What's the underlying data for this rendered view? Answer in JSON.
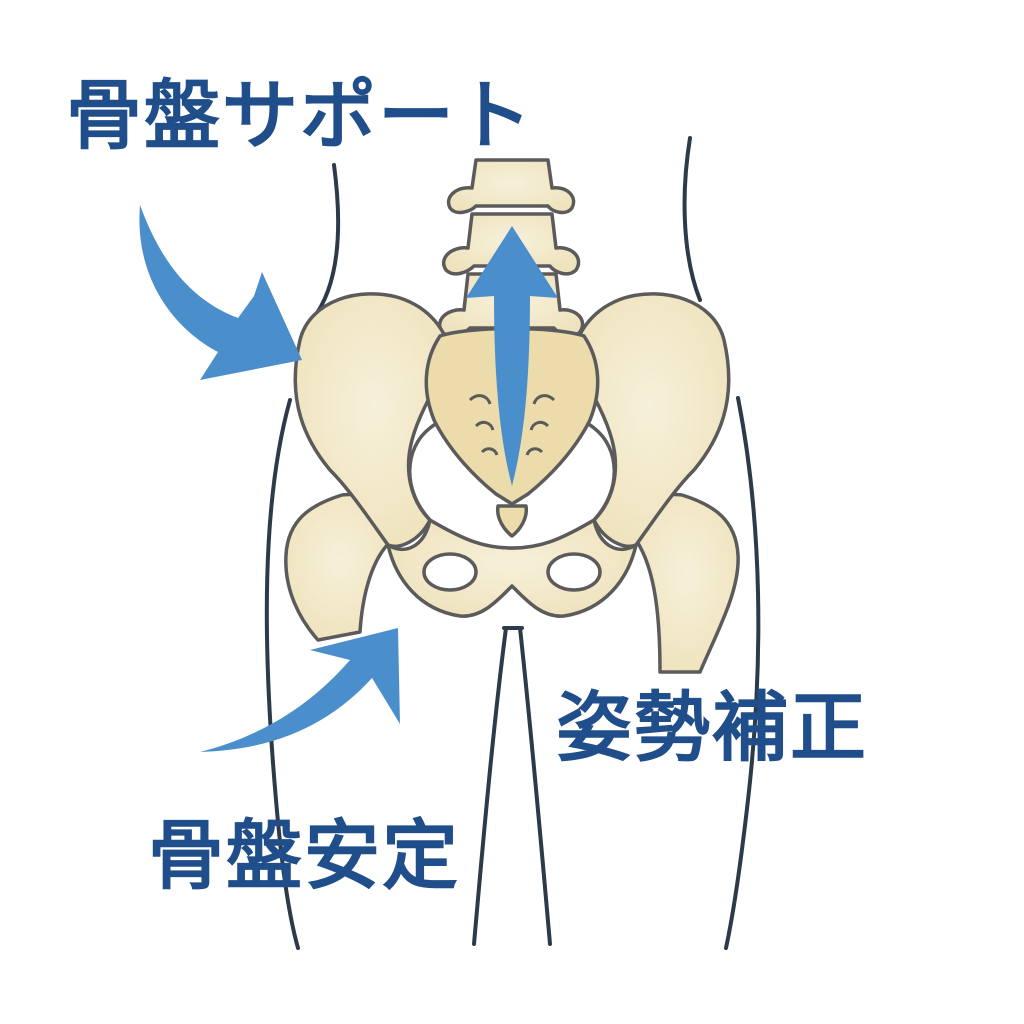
{
  "labels": {
    "top": "骨盤サポート",
    "right": "姿勢補正",
    "bottom": "骨盤安定"
  },
  "colors": {
    "text": "#1f4e8a",
    "arrow": "#4a8fcc",
    "bone_fill": "#f4ebcf",
    "bone_shade": "#e6d7a8",
    "outline": "#5b5b5b",
    "body_line": "#2d3a4a",
    "background": "#ffffff"
  }
}
